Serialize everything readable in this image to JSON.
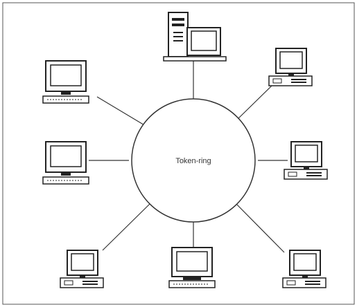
{
  "diagram": {
    "center_label": "Token-ring",
    "nodes": [
      {
        "id": "server",
        "kind": "server-with-monitor"
      },
      {
        "id": "top-right",
        "kind": "desktop-computer"
      },
      {
        "id": "right",
        "kind": "desktop-computer"
      },
      {
        "id": "bottom-right",
        "kind": "desktop-computer"
      },
      {
        "id": "bottom",
        "kind": "workstation"
      },
      {
        "id": "bottom-left",
        "kind": "desktop-computer"
      },
      {
        "id": "left",
        "kind": "monitor-keyboard"
      },
      {
        "id": "top-left",
        "kind": "monitor-keyboard"
      }
    ]
  }
}
